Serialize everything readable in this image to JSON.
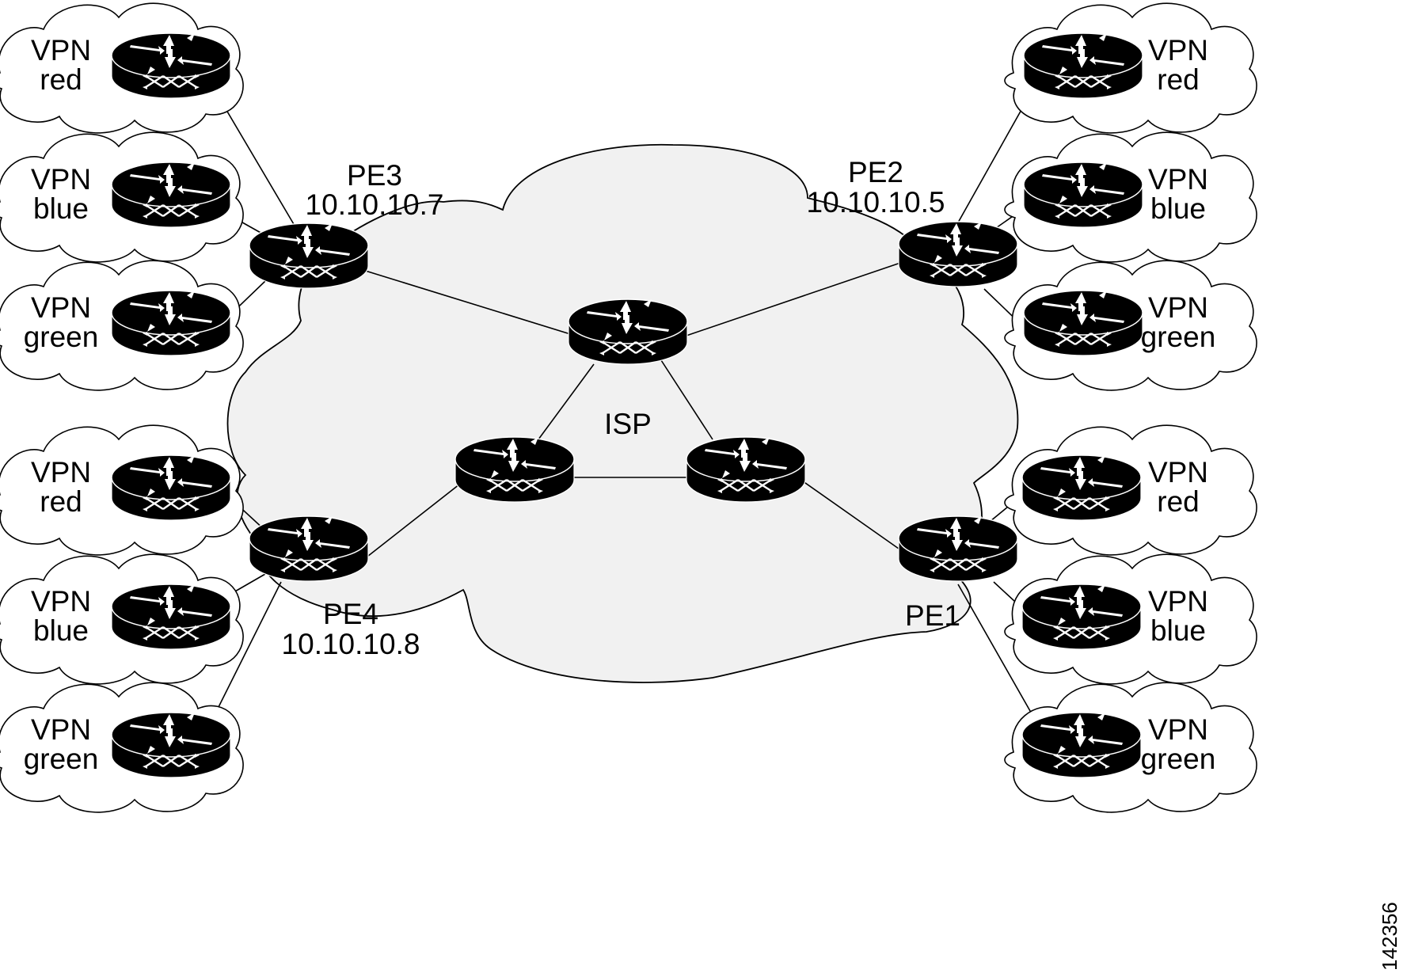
{
  "isp_label": "ISP",
  "figure_number": "142356",
  "pe_routers": {
    "pe3": {
      "name": "PE3",
      "ip": "10.10.10.7"
    },
    "pe2": {
      "name": "PE2",
      "ip": "10.10.10.5"
    },
    "pe4": {
      "name": "PE4",
      "ip": "10.10.10.8"
    },
    "pe1": {
      "name": "PE1",
      "ip": ""
    }
  },
  "vpn_sites": [
    {
      "id": "left-red-top",
      "line1": "VPN",
      "line2": "red"
    },
    {
      "id": "left-blue-top",
      "line1": "VPN",
      "line2": "blue"
    },
    {
      "id": "left-green-top",
      "line1": "VPN",
      "line2": "green"
    },
    {
      "id": "left-red-bottom",
      "line1": "VPN",
      "line2": "red"
    },
    {
      "id": "left-blue-bottom",
      "line1": "VPN",
      "line2": "blue"
    },
    {
      "id": "left-green-bottom",
      "line1": "VPN",
      "line2": "green"
    },
    {
      "id": "right-red-top",
      "line1": "VPN",
      "line2": "red"
    },
    {
      "id": "right-blue-top",
      "line1": "VPN",
      "line2": "blue"
    },
    {
      "id": "right-green-top",
      "line1": "VPN",
      "line2": "green"
    },
    {
      "id": "right-red-bottom",
      "line1": "VPN",
      "line2": "red"
    },
    {
      "id": "right-blue-bottom",
      "line1": "VPN",
      "line2": "blue"
    },
    {
      "id": "right-green-bottom",
      "line1": "VPN",
      "line2": "green"
    }
  ],
  "icons": {
    "router": "router-icon"
  },
  "colors": {
    "isp_cloud": "#f1f1f1",
    "router_body": "#000000",
    "router_arrows": "#ffffff"
  }
}
